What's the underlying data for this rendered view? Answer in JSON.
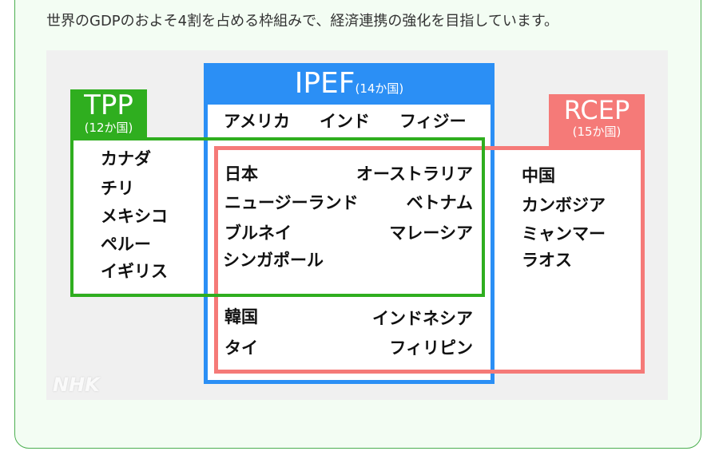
{
  "lead_text": "世界のGDPのおよそ4割を占める枠組みで、経済連携の強化を目指しています。",
  "colors": {
    "tpp": "#2fae1f",
    "ipef": "#2b8ff5",
    "rcep": "#f57a78"
  },
  "ipef": {
    "title": "IPEF",
    "count": "(14か国)",
    "only": [
      "アメリカ",
      "インド",
      "フィジー"
    ]
  },
  "tpp": {
    "title": "TPP",
    "count": "(12か国)",
    "only": [
      "カナダ",
      "チリ",
      "メキシコ",
      "ペルー",
      "イギリス"
    ]
  },
  "rcep": {
    "title": "RCEP",
    "count": "(15か国)",
    "only": [
      "中国",
      "カンボジア",
      "ミャンマー",
      "ラオス"
    ]
  },
  "all_three": [
    "日本",
    "オーストラリア",
    "ニュージーランド",
    "ベトナム",
    "ブルネイ",
    "マレーシア",
    "シンガポール"
  ],
  "ipef_rcep": [
    "韓国",
    "インドネシア",
    "タイ",
    "フィリピン"
  ],
  "watermark": "NHK"
}
